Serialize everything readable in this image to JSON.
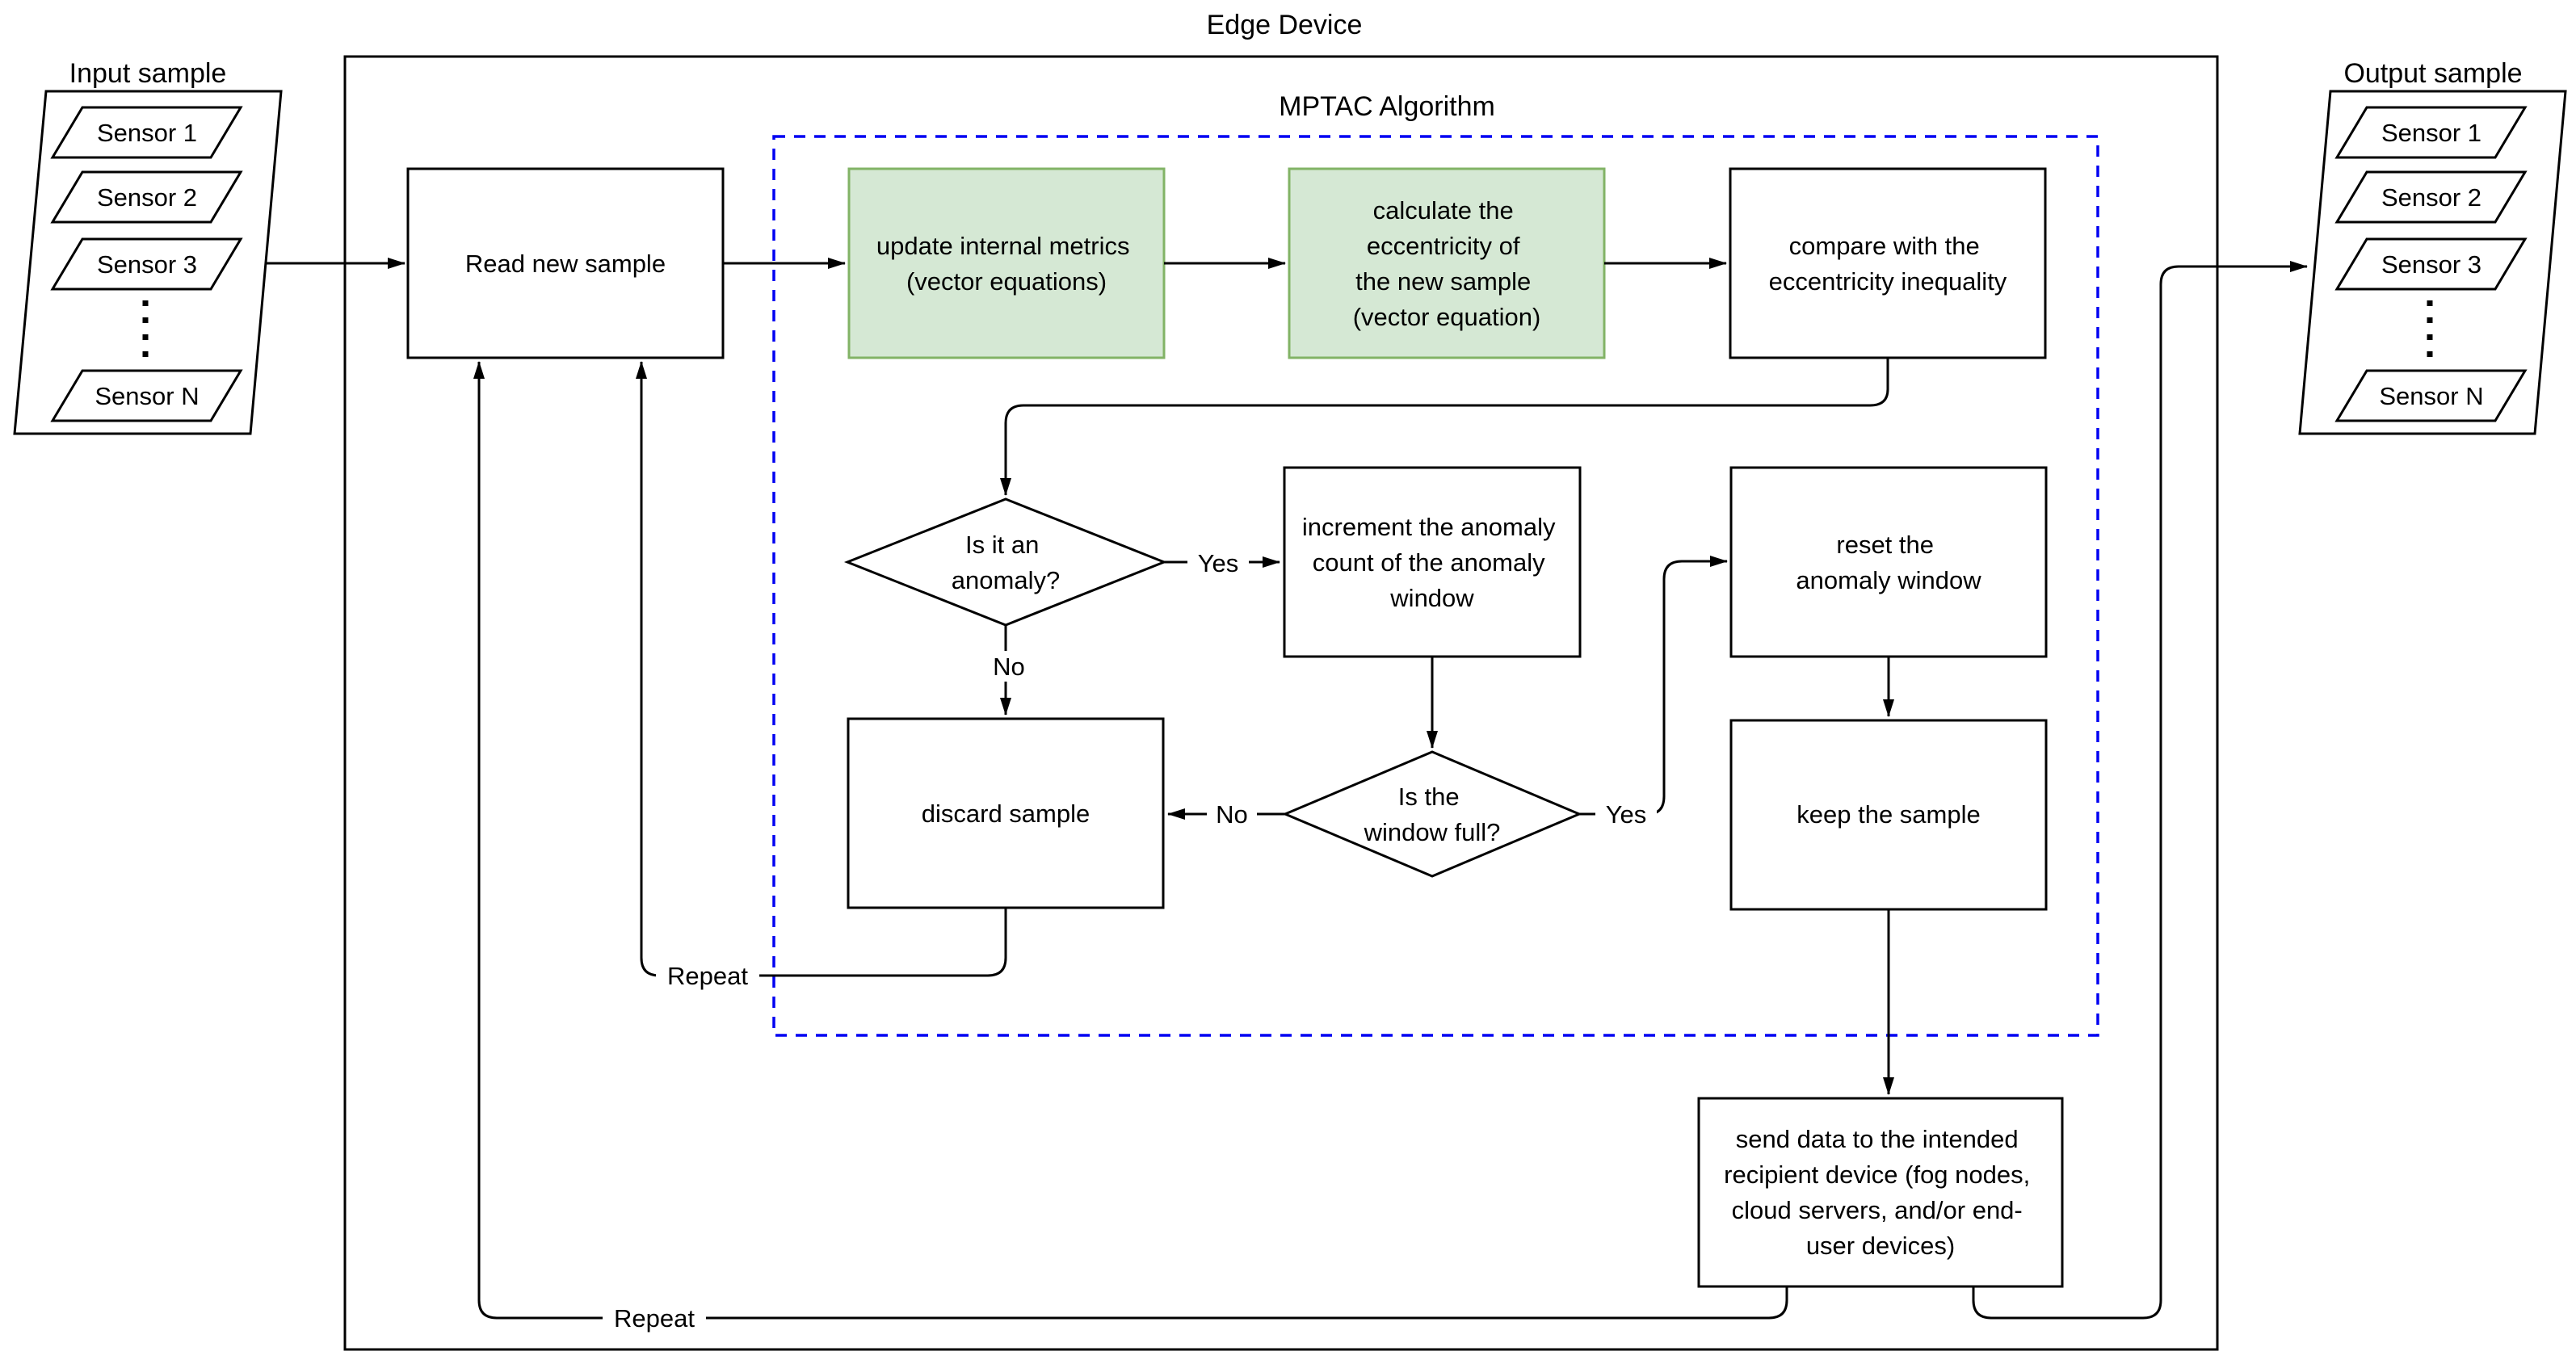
{
  "edge_device": {
    "title": "Edge Device"
  },
  "algorithm": {
    "title": "MPTAC Algorithm"
  },
  "colors": {
    "algorithm_blue": "#0202f2",
    "process_fill": "#d5e8d4",
    "process_border": "#82b366",
    "stroke": "#000000"
  },
  "input_panel": {
    "label": "Input sample",
    "sensors": [
      "Sensor 1",
      "Sensor 2",
      "Sensor 3"
    ],
    "ellipsis_sensor": "Sensor N"
  },
  "output_panel": {
    "label": "Output sample",
    "sensors": [
      "Sensor 1",
      "Sensor 2",
      "Sensor 3"
    ],
    "ellipsis_sensor": "Sensor N"
  },
  "nodes": {
    "read": {
      "label": "Read new sample"
    },
    "update_metrics": {
      "lines": [
        "update internal metrics",
        "(vector equations)"
      ]
    },
    "calc_eccentricity": {
      "lines": [
        "calculate the",
        "eccentricity of",
        "the new sample",
        "(vector equation)"
      ]
    },
    "compare": {
      "lines": [
        "compare with the",
        "eccentricity inequality"
      ]
    },
    "is_anomaly": {
      "lines": [
        "Is it an",
        "anomaly?"
      ]
    },
    "increment": {
      "lines": [
        "increment the anomaly",
        "count of the anomaly",
        "window"
      ]
    },
    "reset_window": {
      "lines": [
        "reset the",
        "anomaly window"
      ]
    },
    "discard": {
      "label": "discard sample"
    },
    "is_window_full": {
      "lines": [
        "Is the",
        "window full?"
      ]
    },
    "keep": {
      "label": "keep the sample"
    },
    "send": {
      "lines": [
        "send data to the intended",
        "recipient device (fog nodes,",
        "cloud servers, and/or end-",
        "user devices)"
      ]
    }
  },
  "edge_labels": {
    "anomaly_yes": "Yes",
    "anomaly_no": "No",
    "window_no": "No",
    "window_yes": "Yes",
    "repeat_mid": "Repeat",
    "repeat_bottom": "Repeat"
  }
}
